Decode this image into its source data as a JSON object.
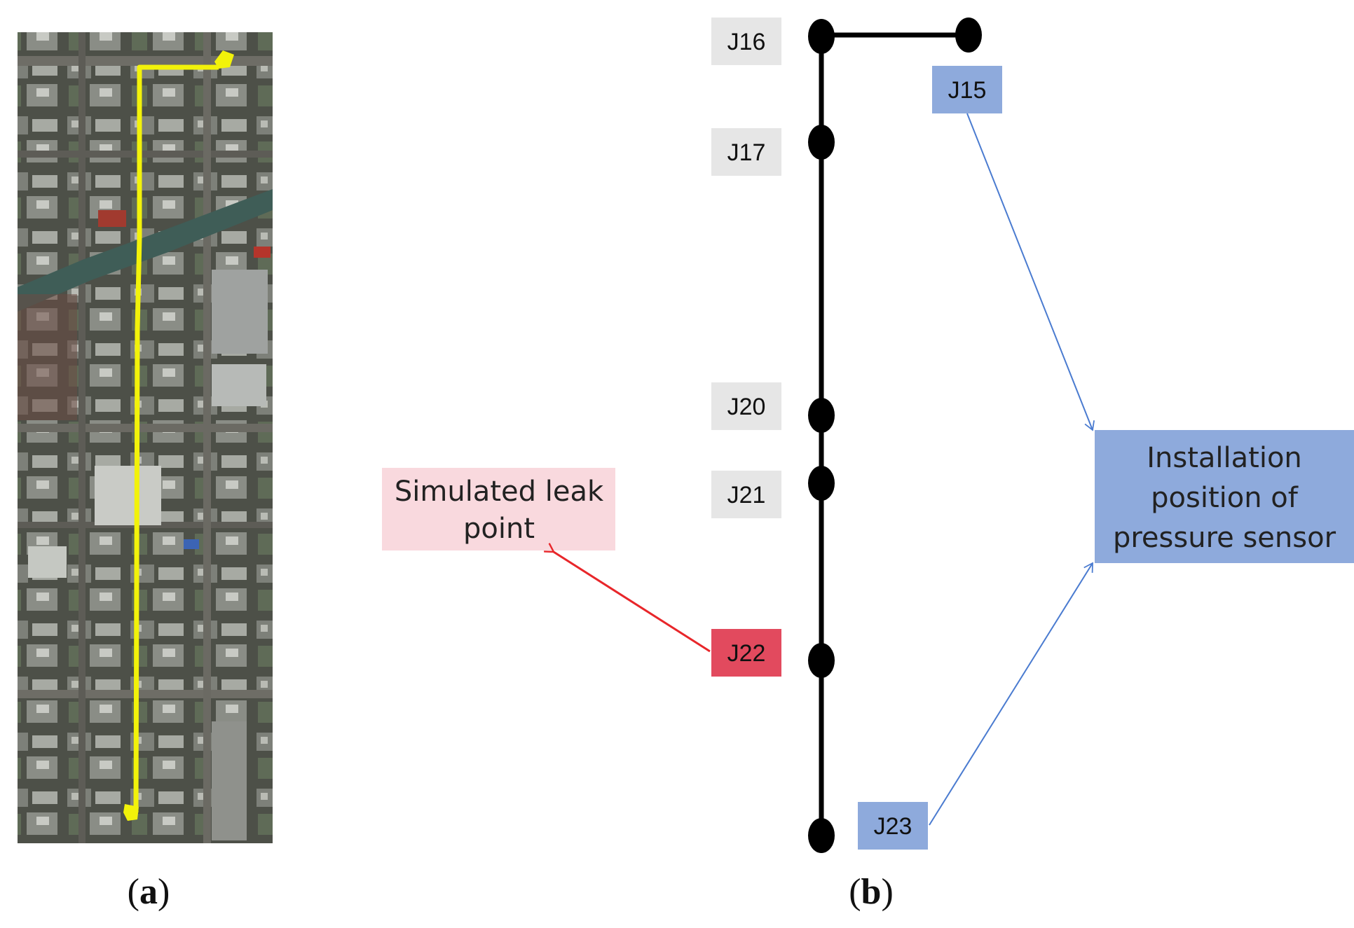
{
  "panel_a": {
    "label_open": "(",
    "label_letter": "a",
    "label_close": ")",
    "route_color": "#f2f20a"
  },
  "panel_b": {
    "label_open": "(",
    "label_letter": "b",
    "label_close": ")",
    "nodes": [
      {
        "id": "J16",
        "label": "J16",
        "style": "plain"
      },
      {
        "id": "J15",
        "label": "J15",
        "style": "sensor"
      },
      {
        "id": "J17",
        "label": "J17",
        "style": "plain"
      },
      {
        "id": "J20",
        "label": "J20",
        "style": "plain"
      },
      {
        "id": "J21",
        "label": "J21",
        "style": "plain"
      },
      {
        "id": "J22",
        "label": "J22",
        "style": "leak"
      },
      {
        "id": "J23",
        "label": "J23",
        "style": "sensor"
      }
    ],
    "leak_callout": [
      "Simulated leak",
      "point"
    ],
    "sensor_callout": [
      "Installation",
      "position of",
      "pressure sensor"
    ],
    "colors": {
      "plain_box": "#e6e6e6",
      "sensor_box": "#8eaadc",
      "leak_box": "#e24a5e",
      "leak_callout_box": "#f9d9de",
      "leak_arrow": "#e8262a",
      "sensor_arrow": "#4a7bd0",
      "pipe": "#000000"
    }
  }
}
